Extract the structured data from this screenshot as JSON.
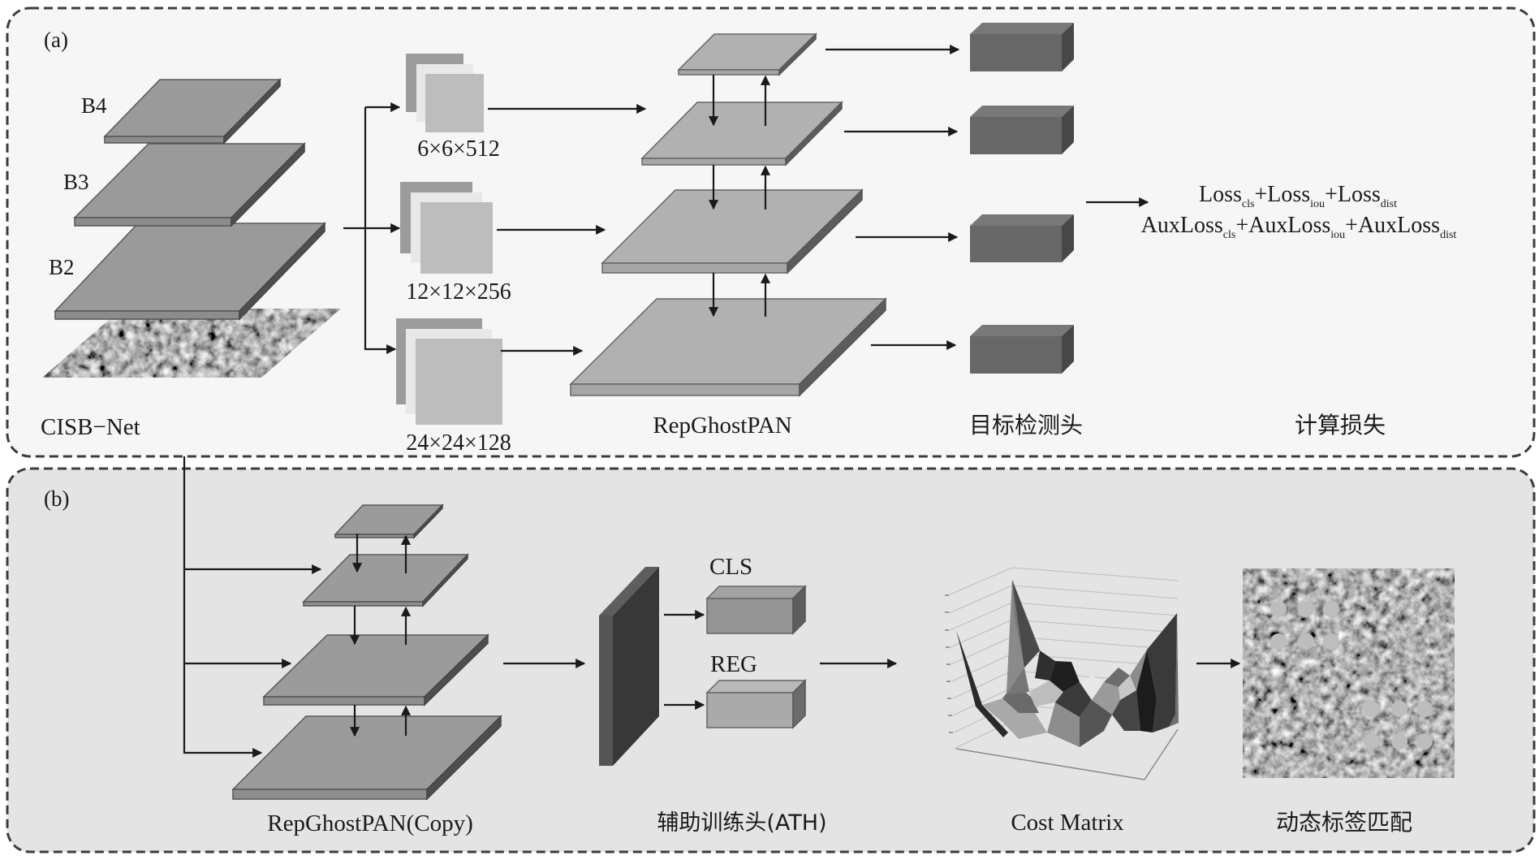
{
  "panel_a": {
    "label": "(a)",
    "backbone": {
      "name": "CISB−Net",
      "stages": [
        "B4",
        "B3",
        "B2"
      ]
    },
    "feature_maps": [
      {
        "label": "6×6×512"
      },
      {
        "label": "12×12×256"
      },
      {
        "label": "24×24×128"
      }
    ],
    "neck": {
      "name": "RepGhostPAN",
      "levels": 4
    },
    "detection_head": {
      "name": "目标检测头",
      "count": 4
    },
    "loss": {
      "name": "计算损失",
      "line1": [
        {
          "base": "Loss",
          "sub": "cls"
        },
        {
          "base": "+Loss",
          "sub": "iou"
        },
        {
          "base": "+Loss",
          "sub": "dist"
        }
      ],
      "line2": [
        {
          "base": "AuxLoss",
          "sub": "cls"
        },
        {
          "base": "+AuxLoss",
          "sub": "iou"
        },
        {
          "base": "+AuxLoss",
          "sub": "dist"
        }
      ]
    }
  },
  "panel_b": {
    "label": "(b)",
    "neck_copy": {
      "name": "RepGhostPAN(Copy)",
      "levels": 4
    },
    "ath": {
      "name": "辅助训练头(ATH)",
      "branches": [
        "CLS",
        "REG"
      ]
    },
    "cost_matrix": {
      "name": "Cost Matrix"
    },
    "label_assignment": {
      "name": "动态标签匹配",
      "matched_groups": 2,
      "points_per_group": 6
    }
  },
  "colors": {
    "panel_a_bg": "#f6f6f6",
    "panel_b_bg": "#e4e4e4",
    "border": "#3c3c3c",
    "arrow": "#1a1a1a"
  }
}
